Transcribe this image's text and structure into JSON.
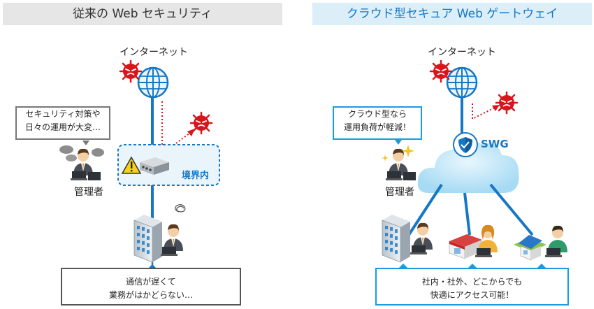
{
  "left": {
    "title": "従来の Web セキュリティ",
    "internet_label": "インターネット",
    "admin_bubble_line1": "セキュリティ対策や",
    "admin_bubble_line2": "日々の運用が大変…",
    "admin_label": "管理者",
    "perimeter_label": "境界内",
    "bottom_line1": "通信が遅くて",
    "bottom_line2": "業務がはかどらない…"
  },
  "right": {
    "title": "クラウド型セキュア Web ゲートウェイ",
    "internet_label": "インターネット",
    "admin_bubble_line1": "クラウド型なら",
    "admin_bubble_line2": "運用負荷が軽減！",
    "admin_label": "管理者",
    "swg_label": "SWG",
    "bottom_line1": "社内・社外、どこからでも",
    "bottom_line2": "快適にアクセス可能！"
  },
  "colors": {
    "primary_blue": "#1677c4",
    "light_blue": "#1a9be0",
    "threat_red": "#d9151b",
    "gray_header": "#e6e6e6"
  }
}
